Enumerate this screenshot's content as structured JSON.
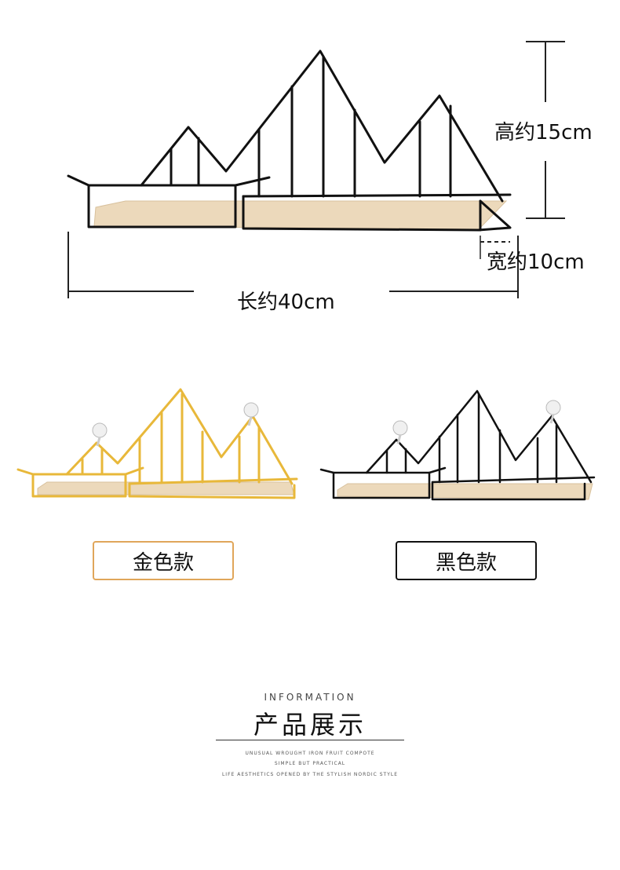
{
  "dimensions": {
    "height_label": "高约15cm",
    "width_label": "宽约10cm",
    "length_label": "长约40cm"
  },
  "variants": {
    "gold_label": "金色款",
    "black_label": "黑色款"
  },
  "info": {
    "heading_en": "INFORMATION",
    "heading_zh": "产品展示",
    "line1": "UNUSUAL WROUGHT IRON FRUIT COMPOTE",
    "line2": "SIMPLE BUT PRACTICAL",
    "line3": "LIFE AESTHETICS OPENED BY THE STYLISH NORDIC STYLE"
  },
  "colors": {
    "wire_black": "#111111",
    "wire_gold": "#e8b83a",
    "wood": "#ecd9bb",
    "gold_border": "#e0a65a"
  }
}
